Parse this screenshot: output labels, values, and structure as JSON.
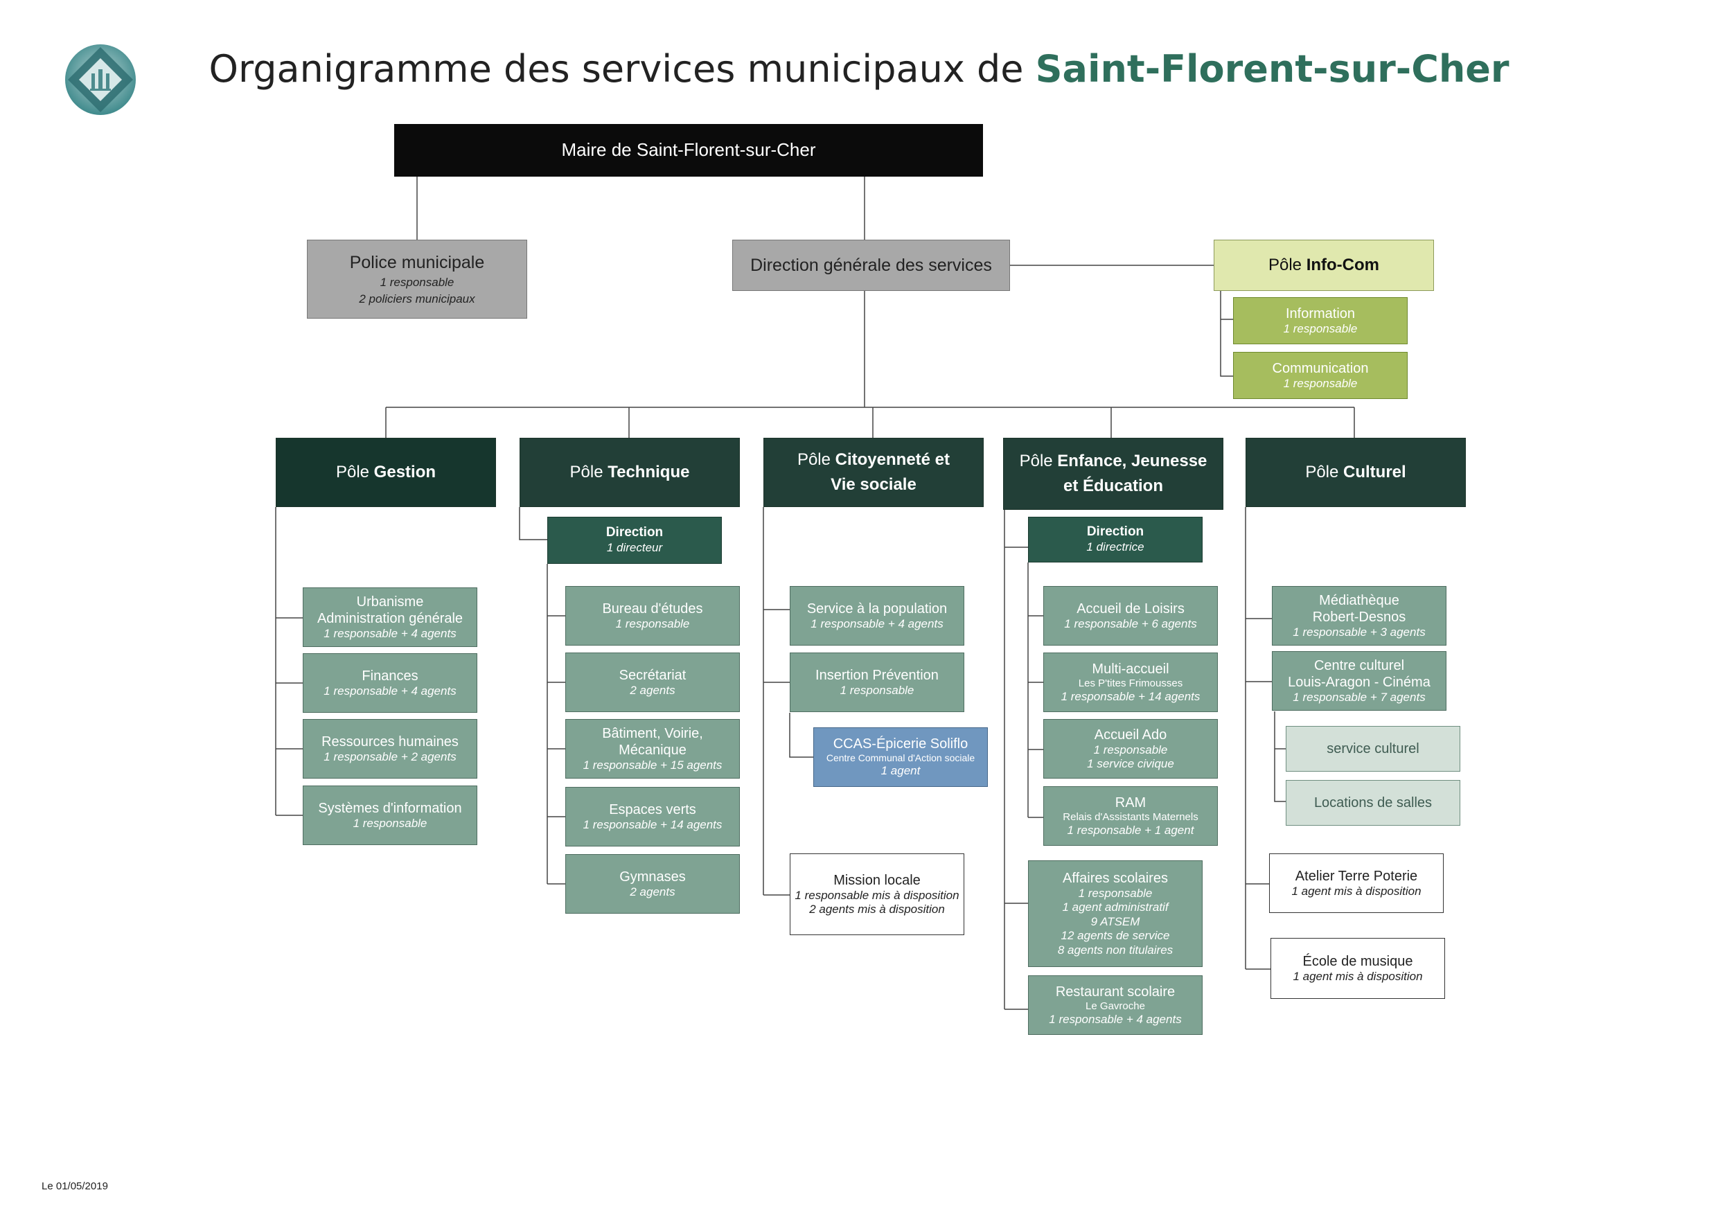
{
  "title": {
    "prefix": "Organigramme des services municipaux de ",
    "highlight": "Saint-Florent-sur-Cher"
  },
  "footer": "Le 01/05/2019",
  "colors": {
    "accent_green": "#2f6f5c",
    "service_green": "#7fa393",
    "pole_dark": "#1f3c34",
    "infocom_yellow": "#e0e8ae",
    "lime": "#a6bd5e",
    "blue": "#7097bf"
  },
  "maire": "Maire de Saint-Florent-sur-Cher",
  "police": {
    "title": "Police municipale",
    "l1": "1 responsable",
    "l2": "2 policiers municipaux"
  },
  "dgs": "Direction générale des services",
  "infocom": {
    "prefix": "Pôle ",
    "bold": "Info-Com",
    "information": {
      "title": "Information",
      "l1": "1 responsable"
    },
    "communication": {
      "title": "Communication",
      "l1": "1 responsable"
    }
  },
  "gestion": {
    "prefix": "Pôle ",
    "bold": "Gestion",
    "urbanisme": {
      "t1": "Urbanisme",
      "t2": "Administration générale",
      "s": "1 responsable + 4 agents"
    },
    "finances": {
      "t": "Finances",
      "s": "1 responsable + 4 agents"
    },
    "rh": {
      "t": "Ressources humaines",
      "s": "1 responsable + 2 agents"
    },
    "si": {
      "t": "Systèmes d'information",
      "s": "1 responsable"
    }
  },
  "technique": {
    "prefix": "Pôle ",
    "bold": "Technique",
    "direction": {
      "t": "Direction",
      "s": "1 directeur"
    },
    "bureau": {
      "t": "Bureau d'études",
      "s": "1 responsable"
    },
    "secretariat": {
      "t": "Secrétariat",
      "s": "2 agents"
    },
    "batiment": {
      "t1": "Bâtiment, Voirie,",
      "t2": "Mécanique",
      "s": "1 responsable + 15 agents"
    },
    "espaces": {
      "t": "Espaces verts",
      "s": "1 responsable + 14 agents"
    },
    "gymnases": {
      "t": "Gymnases",
      "s": "2 agents"
    }
  },
  "citoyennete": {
    "prefix": "Pôle ",
    "bold1": "Citoyenneté",
    "mid": " et",
    "bold2": "Vie sociale",
    "population": {
      "t": "Service à la population",
      "s": "1 responsable + 4 agents"
    },
    "insertion": {
      "t": "Insertion Prévention",
      "s": "1 responsable"
    },
    "ccas": {
      "t": "CCAS-Épicerie Soliflo",
      "sub": "Centre Communal d'Action sociale",
      "s": "1 agent"
    },
    "mission": {
      "t": "Mission locale",
      "s1": "1 responsable mis à disposition",
      "s2": "2 agents mis à disposition"
    }
  },
  "enfance": {
    "prefix": "Pôle ",
    "bold1": "Enfance, Jeunesse",
    "bold2": "et Éducation",
    "direction": {
      "t": "Direction",
      "s": "1 directrice"
    },
    "loisirs": {
      "t": "Accueil de Loisirs",
      "s": "1 responsable + 6 agents"
    },
    "multi": {
      "t": "Multi-accueil",
      "sub": "Les P'tites Frimousses",
      "s": "1 responsable + 14 agents"
    },
    "ado": {
      "t": "Accueil Ado",
      "s1": "1 responsable",
      "s2": "1 service civique"
    },
    "ram": {
      "t": "RAM",
      "sub": "Relais d'Assistants Maternels",
      "s": "1 responsable + 1 agent"
    },
    "affaires": {
      "t": "Affaires scolaires",
      "s1": "1 responsable",
      "s2": "1 agent  administratif",
      "s3": "9 ATSEM",
      "s4": "12 agents de service",
      "s5": "8 agents non titulaires"
    },
    "restaurant": {
      "t": "Restaurant scolaire",
      "sub": "Le Gavroche",
      "s": "1 responsable + 4 agents"
    }
  },
  "culturel": {
    "prefix": "Pôle ",
    "bold": "Culturel",
    "mediatheque": {
      "t1": "Médiathèque",
      "t2": "Robert-Desnos",
      "s": "1 responsable + 3 agents"
    },
    "centre": {
      "t1": "Centre culturel",
      "t2": "Louis-Aragon - Cinéma",
      "s": "1 responsable + 7 agents"
    },
    "service": "service culturel",
    "locations": "Locations de salles",
    "atelier": {
      "t": "Atelier Terre Poterie",
      "s": "1 agent mis à disposition"
    },
    "ecole": {
      "t": "École de musique",
      "s": "1 agent mis à disposition"
    }
  }
}
